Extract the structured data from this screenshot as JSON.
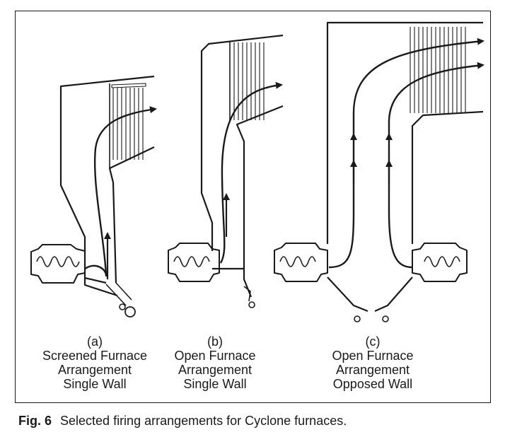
{
  "figure": {
    "panels": [
      {
        "id": "a",
        "letter": "(a)",
        "lines": [
          "Screened Furnace",
          "Arrangement",
          "Single Wall"
        ]
      },
      {
        "id": "b",
        "letter": "(b)",
        "lines": [
          "Open Furnace",
          "Arrangement",
          "Single Wall"
        ]
      },
      {
        "id": "c",
        "letter": "(c)",
        "lines": [
          "Open Furnace",
          "Arrangement",
          "Opposed Wall"
        ]
      }
    ],
    "caption": {
      "number": "Fig. 6",
      "text": "Selected firing arrangements for Cyclone furnaces."
    }
  },
  "colors": {
    "ink": "#1a1a1a",
    "background": "#ffffff"
  }
}
